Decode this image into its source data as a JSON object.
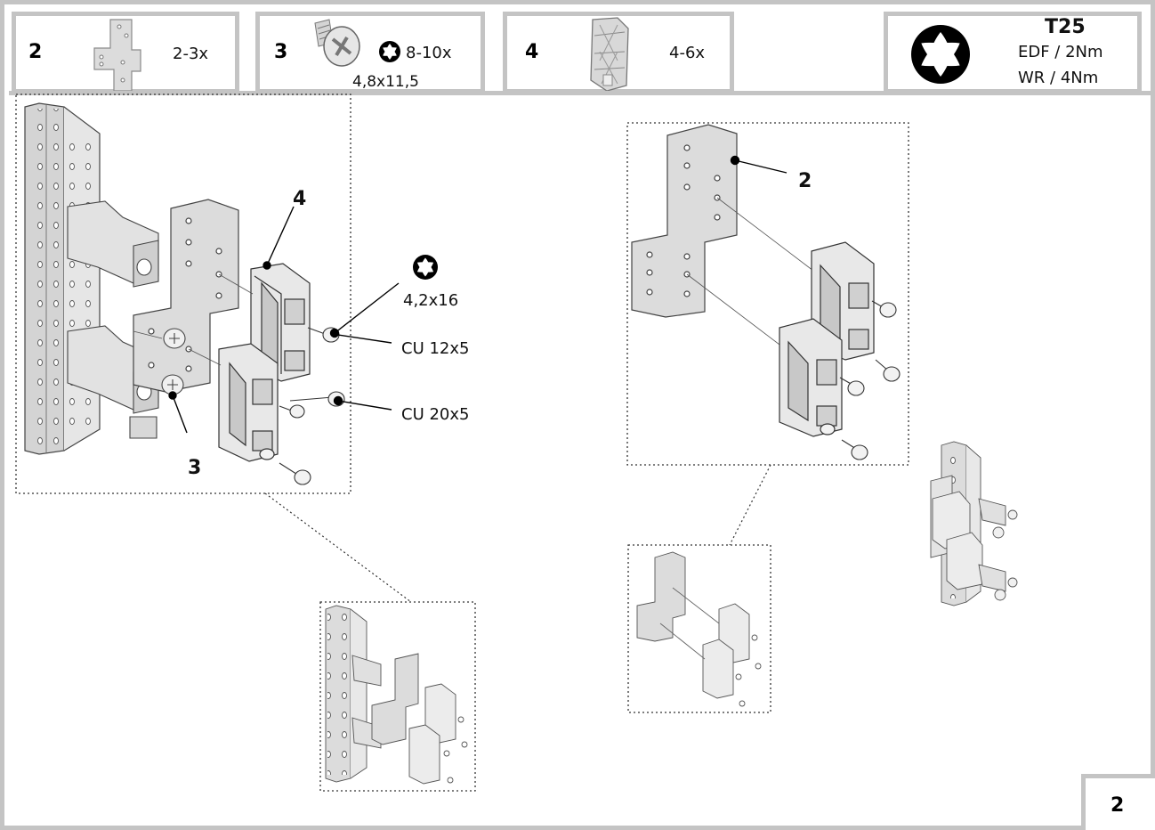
{
  "header": {
    "parts": [
      {
        "number": "2",
        "qty": "2-3x",
        "icon": "mounting-plate-icon"
      },
      {
        "number": "3",
        "qty": "8-10x",
        "size": "4,8x11,5",
        "icon": "screw-icon",
        "drive": "torx-icon"
      },
      {
        "number": "4",
        "qty": "4-6x",
        "icon": "clamp-block-icon"
      }
    ],
    "tool": {
      "name": "T25",
      "lines": [
        "EDF / 2Nm",
        "WR  / 4Nm"
      ],
      "icon": "torx-bit-icon"
    }
  },
  "left_detail": {
    "callouts": {
      "block": "4",
      "screw": "3"
    },
    "screw_spec": "4,2x16",
    "conductors": [
      "CU 12x5",
      "CU 20x5"
    ]
  },
  "right_detail": {
    "callouts": {
      "plate": "2"
    }
  },
  "page_number": "2",
  "colors": {
    "frame": "#c4c4c4",
    "ink": "#000000",
    "part_fill": "#d9d9d9"
  }
}
